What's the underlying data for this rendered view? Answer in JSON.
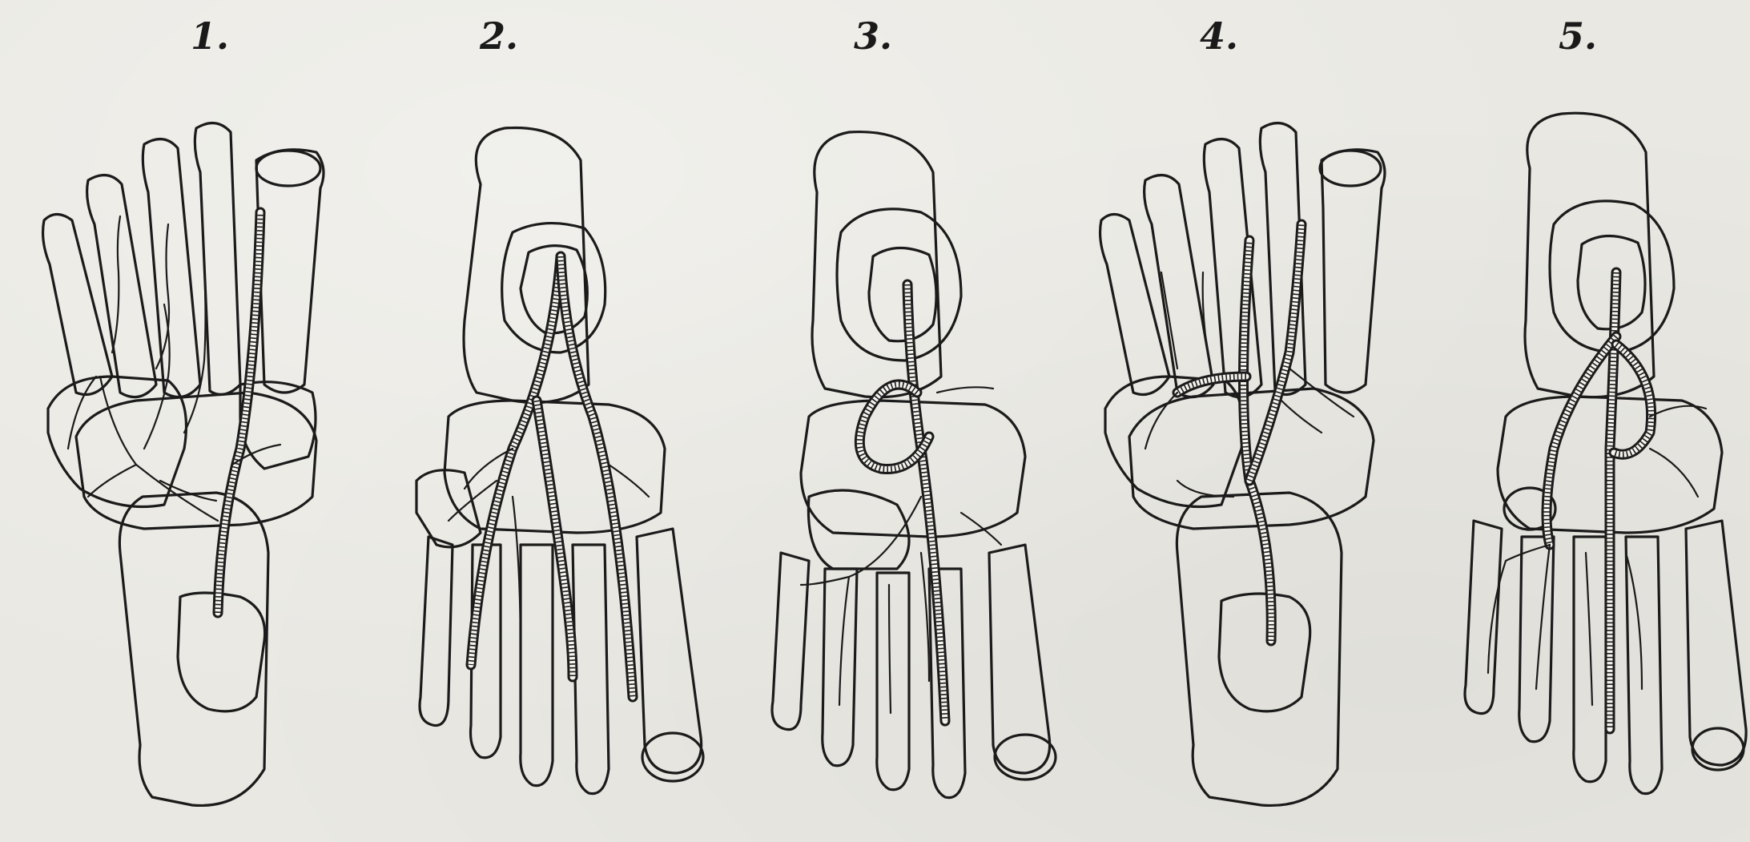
{
  "figures": [
    {
      "label": "1."
    },
    {
      "label": "2."
    },
    {
      "label": "3."
    },
    {
      "label": "4."
    },
    {
      "label": "5."
    }
  ]
}
